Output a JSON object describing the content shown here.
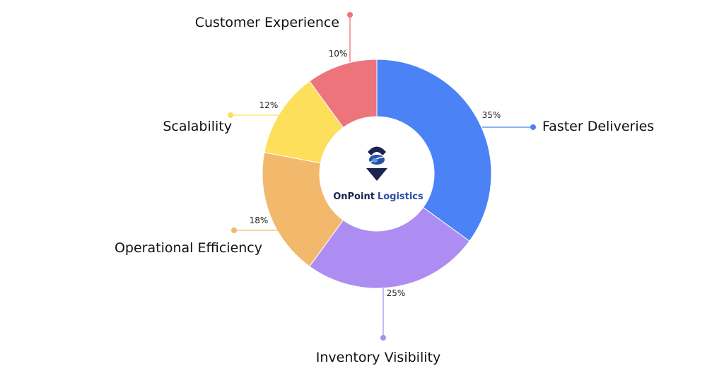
{
  "chart_data": {
    "type": "pie",
    "variant": "donut",
    "title": "",
    "slices": [
      {
        "label": "Faster Deliveries",
        "value": 35,
        "value_label": "35%",
        "color": "#4b82f5"
      },
      {
        "label": "Inventory Visibility",
        "value": 25,
        "value_label": "25%",
        "color": "#ad8df2"
      },
      {
        "label": "Operational Efficiency",
        "value": 18,
        "value_label": "18%",
        "color": "#f2b96d"
      },
      {
        "label": "Scalability",
        "value": 12,
        "value_label": "12%",
        "color": "#fddf5b"
      },
      {
        "label": "Customer Experience",
        "value": 10,
        "value_label": "10%",
        "color": "#ee747c"
      }
    ],
    "start": "12 o'clock",
    "direction": "clockwise",
    "legend": "none",
    "center_logo": {
      "brand_part1": "OnPoint",
      "brand_part2": "Logistics",
      "colors": {
        "navy": "#1b2350",
        "blue": "#2a4fa3",
        "light_blue": "#5b9be8"
      }
    }
  }
}
